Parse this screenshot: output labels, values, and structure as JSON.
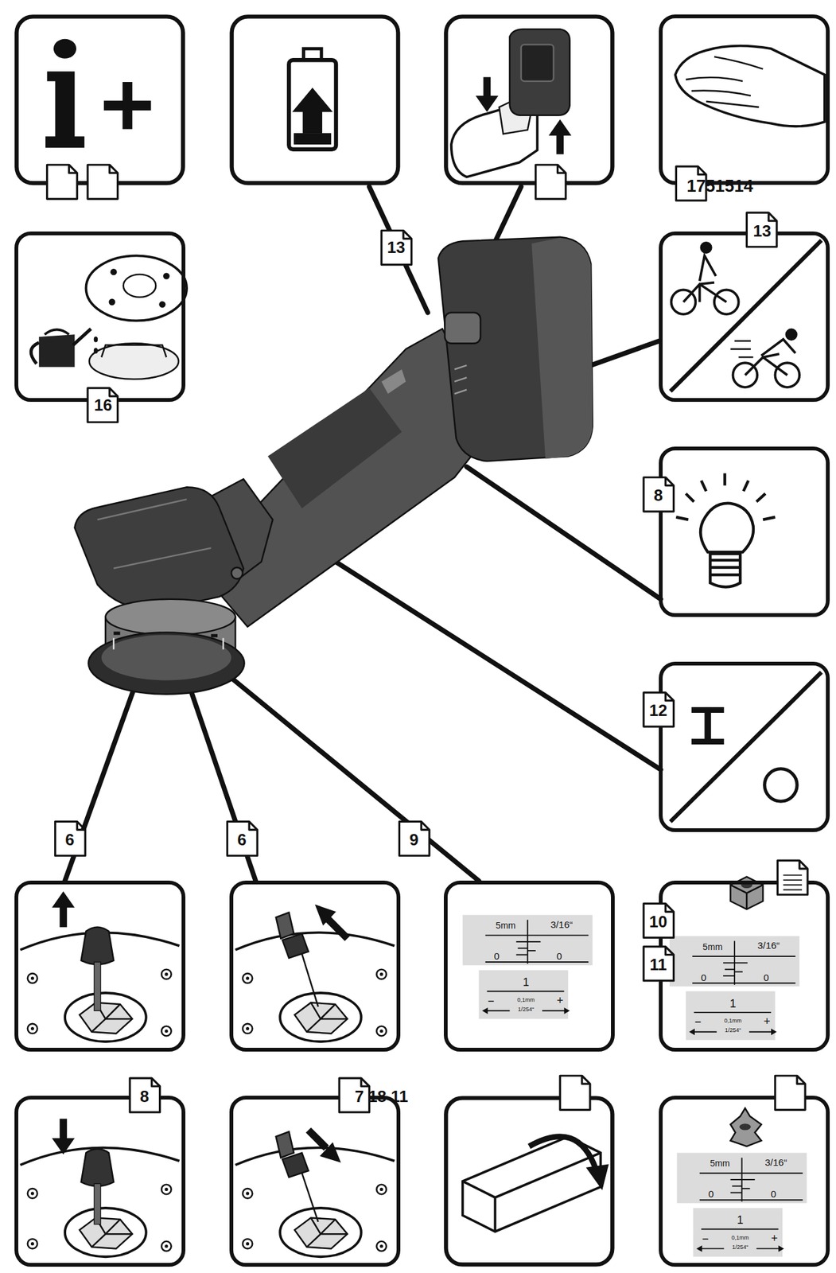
{
  "diagram": {
    "nodes": [
      {
        "text": [
          "1751514"
        ]
      },
      {
        "text": [
          "16"
        ]
      },
      {
        "text": [
          "13"
        ]
      },
      {
        "text": [
          "8"
        ]
      },
      {
        "text": [
          "12"
        ]
      },
      {
        "text": [
          "6"
        ]
      },
      {
        "text": [
          "6"
        ]
      },
      {
        "text": [
          "9",
          "5mm",
          "3/16“",
          "0",
          "0",
          "1",
          "−",
          "0,1mm",
          "+",
          "1/254“"
        ]
      },
      {
        "text": [
          "10",
          "11",
          "5mm",
          "3/16“",
          "0",
          "0",
          "1",
          "−",
          "0,1mm",
          "+",
          "1/254“"
        ]
      },
      {
        "text": [
          "8"
        ]
      },
      {
        "text": [
          "7 18 11"
        ]
      },
      {
        "text": [
          "5mm",
          "3/16“",
          "0",
          "0",
          "1",
          "−",
          "0,1mm",
          "+",
          "1/254“"
        ]
      }
    ],
    "labels": [
      "13"
    ]
  }
}
